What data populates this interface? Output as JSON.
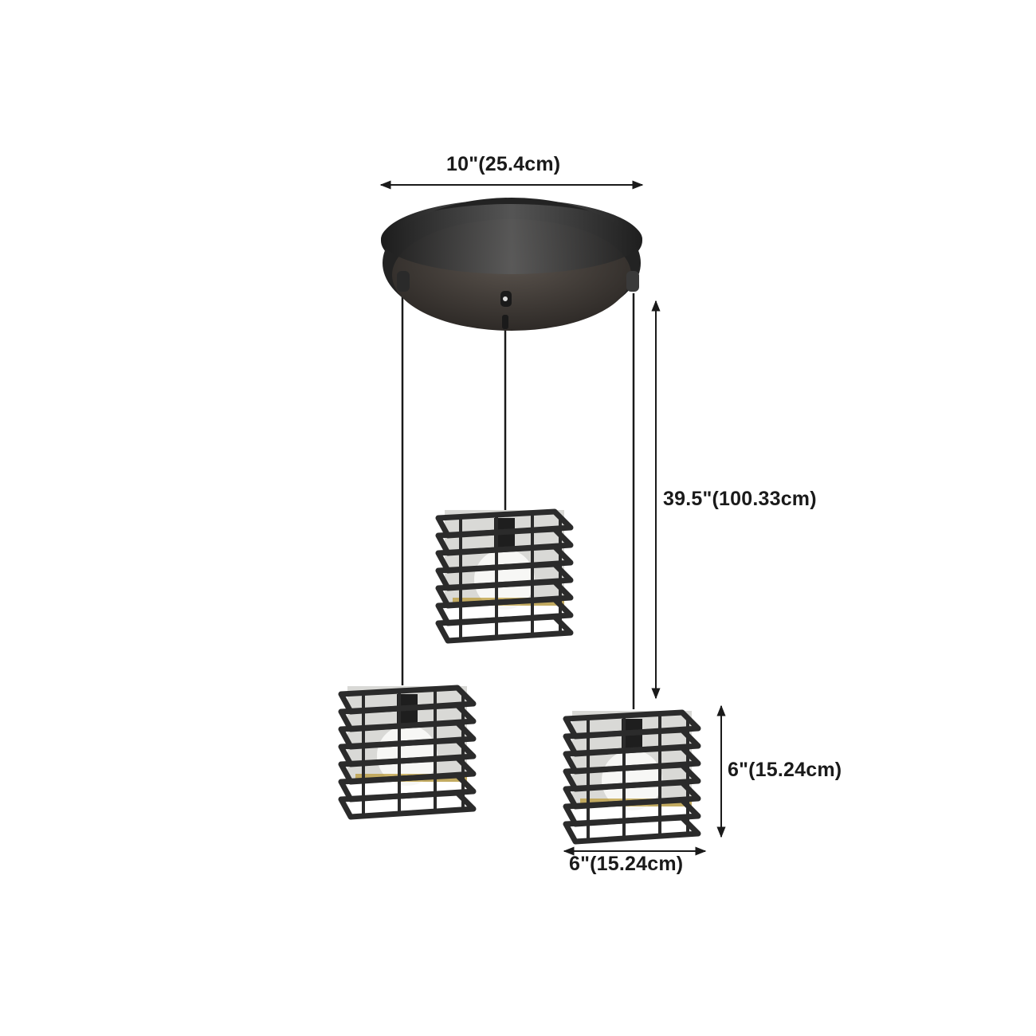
{
  "product": {
    "name": "3-light cluster cage pendant",
    "colors": {
      "metal": "#2b2b2b",
      "canopy_edge": "#3a3a3a",
      "canopy_inner": "#4a4440",
      "bulb": "#f4f4f2",
      "brass": "#b8962e",
      "dimension_line": "#1a1a1a"
    }
  },
  "dimensions": {
    "canopy_diameter": "10\"(25.4cm)",
    "drop_length": "39.5\"(100.33cm)",
    "shade_height": "6\"(15.24cm)",
    "shade_width": "6\"(15.24cm)"
  }
}
